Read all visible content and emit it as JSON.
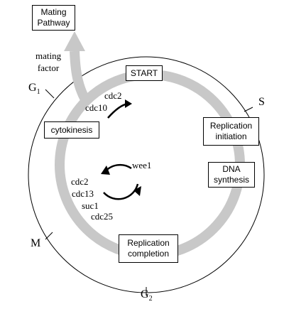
{
  "boxes": {
    "mating_pathway": "Mating\nPathway",
    "start": "START",
    "replication_initiation": "Replication\ninitiation",
    "cytokinesis": "cytokinesis",
    "dna_synthesis": "DNA\nsynthesis",
    "replication_completion": "Replication\ncompletion"
  },
  "labels": {
    "mating_factor": "mating\nfactor",
    "g1_main": "G",
    "g1_sub": "1",
    "s": "S",
    "m": "M",
    "g2_main": "G",
    "g2_sub": "2",
    "cdc2_top": "cdc2",
    "cdc10": "cdc10",
    "wee1": "wee1",
    "cdc2_low": "cdc2",
    "cdc13": "cdc13",
    "suc1": "suc1",
    "cdc25": "cdc25"
  },
  "colors": {
    "gray_ring": "#c8c8c8",
    "line": "#000000"
  }
}
